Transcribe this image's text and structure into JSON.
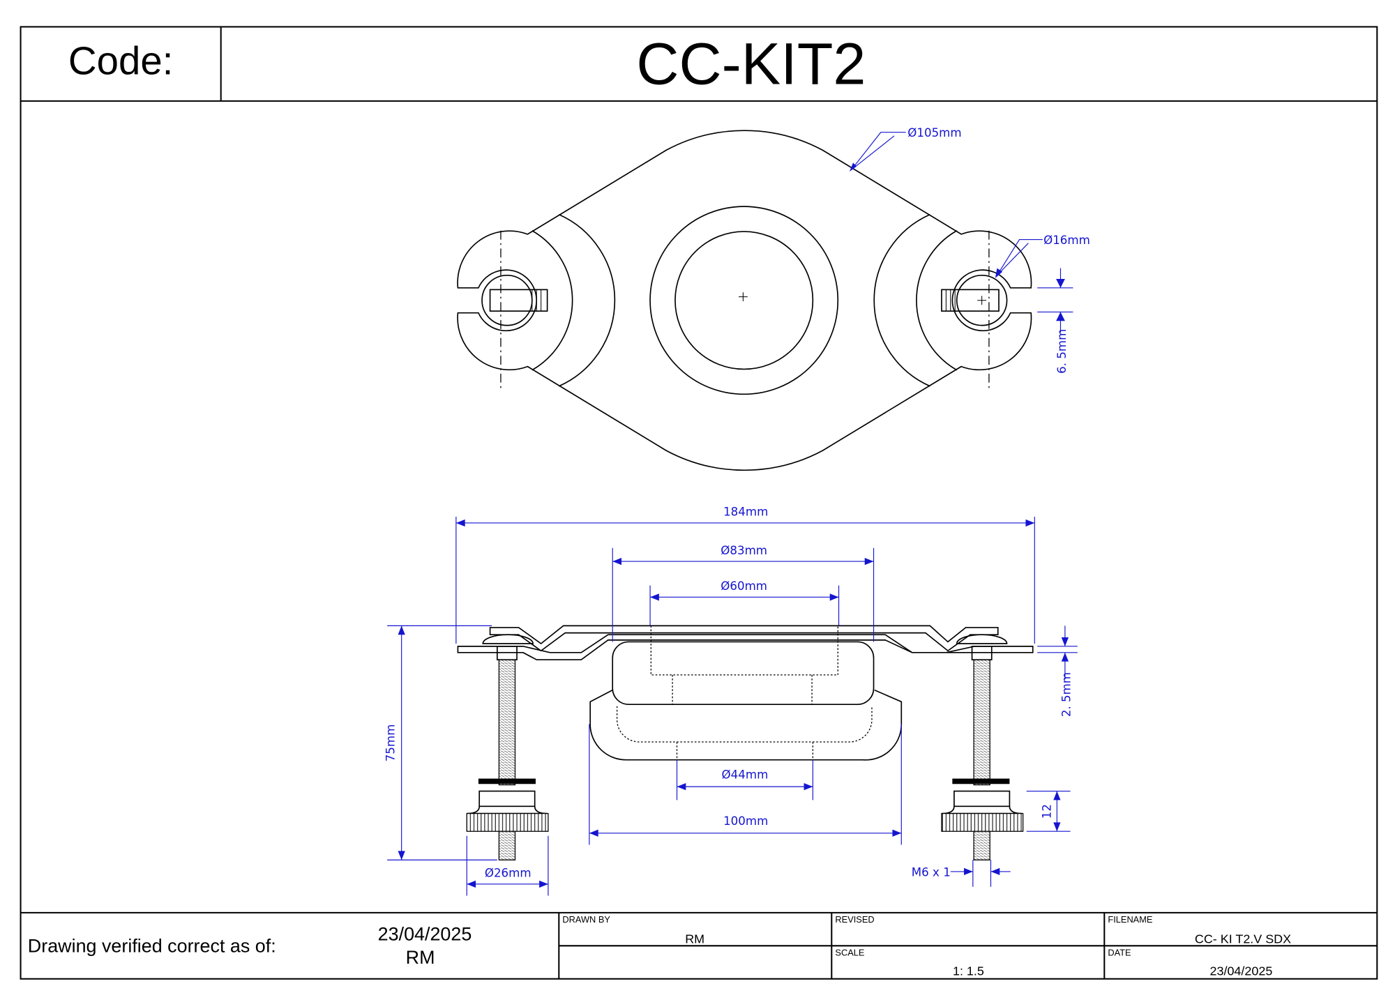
{
  "header": {
    "code_label": "Code:",
    "code_value": "CC-KIT2"
  },
  "dimensions": {
    "flange_diameter": "Ø105mm",
    "bolt_hole_diameter": "Ø16mm",
    "slot_width": "6. 5mm",
    "overall_length": "184mm",
    "outer_diameter": "Ø83mm",
    "inner_diameter": "Ø60mm",
    "height": "75mm",
    "plate_thickness": "2. 5mm",
    "seal_inner_diameter": "Ø44mm",
    "seal_outer_diameter": "100mm",
    "nut_height": "12",
    "nut_diameter": "Ø26mm",
    "thread": "M6 x 1"
  },
  "title_block": {
    "verified_label": "Drawing verified correct as of:",
    "verified_date": "23/04/2025",
    "verified_by": "RM",
    "drawn_by_label": "DRAWN BY",
    "drawn_by": "RM",
    "revised_label": "REVISED",
    "revised": "",
    "filename_label": "FILENAME",
    "filename": "CC- KI T2.V SDX",
    "scale_label": "SCALE",
    "scale": "1: 1.5",
    "date_label": "DATE",
    "date": "23/04/2025"
  },
  "colors": {
    "dimension": "#1515d0",
    "line": "#000000"
  }
}
